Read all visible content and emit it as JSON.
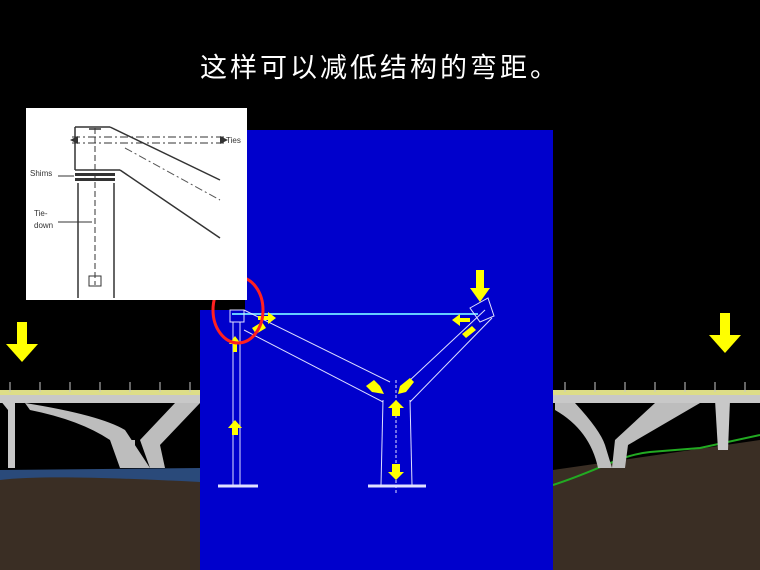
{
  "slide": {
    "title": "这样可以减低结构的弯距。"
  },
  "inset_diagram": {
    "labels": {
      "ties": "Ties",
      "shims": "Shims",
      "tie_down_line1": "Tie-",
      "tie_down_line2": "down"
    }
  },
  "colors": {
    "background": "#000000",
    "panel": "#0000cc",
    "arrow": "#ffff00",
    "highlight_circle": "#ff2020",
    "tie_line": "#66ccff",
    "bridge_structure": "#c8c8c8",
    "ground": "#3a2e24",
    "grass_line": "#22aa22"
  }
}
